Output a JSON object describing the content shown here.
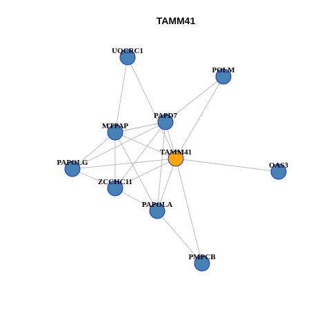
{
  "title": "TAMM41",
  "colors": {
    "node_fill": "#4682B4",
    "node_stroke": "#1F2FCC",
    "center_fill": "#FFA500",
    "center_stroke": "#1F2FCC",
    "edge": "#B4B4B4"
  },
  "nodes": [
    {
      "id": "UQCRC1",
      "label": "UQCRC1",
      "highlight": false
    },
    {
      "id": "POLM",
      "label": "POLM",
      "highlight": false
    },
    {
      "id": "PAPD7",
      "label": "PAPD7",
      "highlight": false
    },
    {
      "id": "MTPAP",
      "label": "MTPAP",
      "highlight": false
    },
    {
      "id": "TAMM41",
      "label": "TAMM41",
      "highlight": true
    },
    {
      "id": "PAPOLG",
      "label": "PAPOLG",
      "highlight": false
    },
    {
      "id": "OAS3",
      "label": "OAS3",
      "highlight": false
    },
    {
      "id": "ZCCHC11",
      "label": "ZCCHC11",
      "highlight": false
    },
    {
      "id": "PAPOLA",
      "label": "PAPOLA",
      "highlight": false
    },
    {
      "id": "PMPCB",
      "label": "PMPCB",
      "highlight": false
    }
  ],
  "edges": [
    [
      "UQCRC1",
      "MTPAP"
    ],
    [
      "UQCRC1",
      "TAMM41"
    ],
    [
      "POLM",
      "PAPD7"
    ],
    [
      "POLM",
      "TAMM41"
    ],
    [
      "MTPAP",
      "PAPD7"
    ],
    [
      "MTPAP",
      "TAMM41"
    ],
    [
      "MTPAP",
      "PAPOLG"
    ],
    [
      "MTPAP",
      "ZCCHC11"
    ],
    [
      "MTPAP",
      "PAPOLA"
    ],
    [
      "PAPD7",
      "TAMM41"
    ],
    [
      "PAPD7",
      "ZCCHC11"
    ],
    [
      "PAPD7",
      "PAPOLA"
    ],
    [
      "PAPD7",
      "PAPOLG"
    ],
    [
      "TAMM41",
      "PAPOLG"
    ],
    [
      "TAMM41",
      "OAS3"
    ],
    [
      "TAMM41",
      "ZCCHC11"
    ],
    [
      "TAMM41",
      "PAPOLA"
    ],
    [
      "TAMM41",
      "PMPCB"
    ],
    [
      "PAPOLG",
      "ZCCHC11"
    ],
    [
      "ZCCHC11",
      "PAPOLA"
    ],
    [
      "PAPOLA",
      "PMPCB"
    ]
  ]
}
